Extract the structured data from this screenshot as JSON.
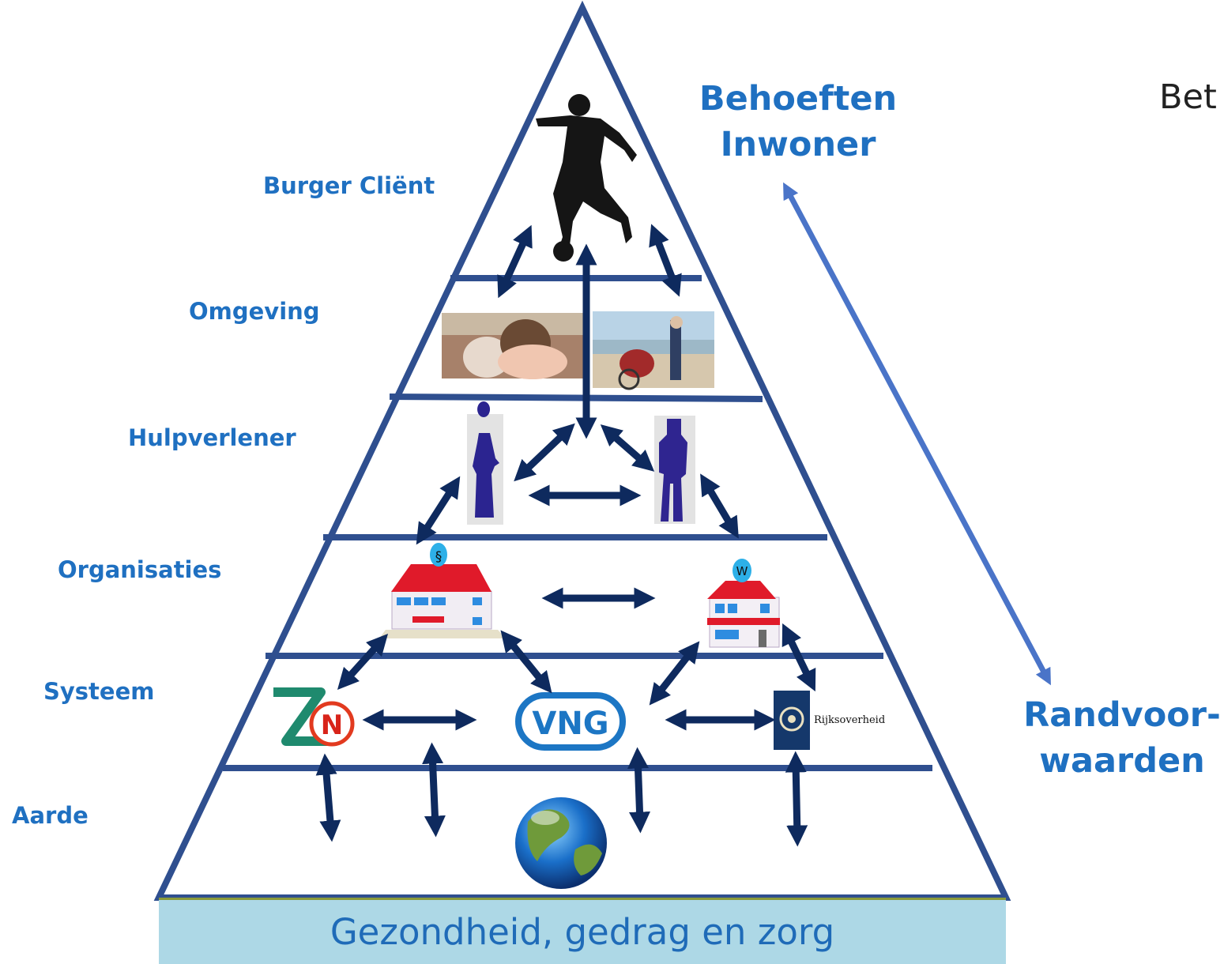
{
  "levels": [
    {
      "label": "Burger Cliënt"
    },
    {
      "label": "Omgeving"
    },
    {
      "label": "Hulpverlener"
    },
    {
      "label": "Organisaties"
    },
    {
      "label": "Systeem"
    },
    {
      "label": "Aarde"
    }
  ],
  "top_side": {
    "line1": "Behoeften",
    "line2": "Inwoner"
  },
  "bottom_side": {
    "line1": "Randvoor-",
    "line2": "waarden"
  },
  "base_label": "Gezondheid, gedrag en zorg",
  "cut_text": "Bet",
  "logos": {
    "zn_letter": "N",
    "vng": "VNG",
    "rijksoverheid": "Rijksoverheid",
    "org_badge": "W"
  },
  "colors": {
    "pyramid": "#2f4f8f",
    "arrow": "#0e2a5e",
    "label": "#1f70c1",
    "base": "#add8e6",
    "side_arrow": "#4a74c8"
  }
}
